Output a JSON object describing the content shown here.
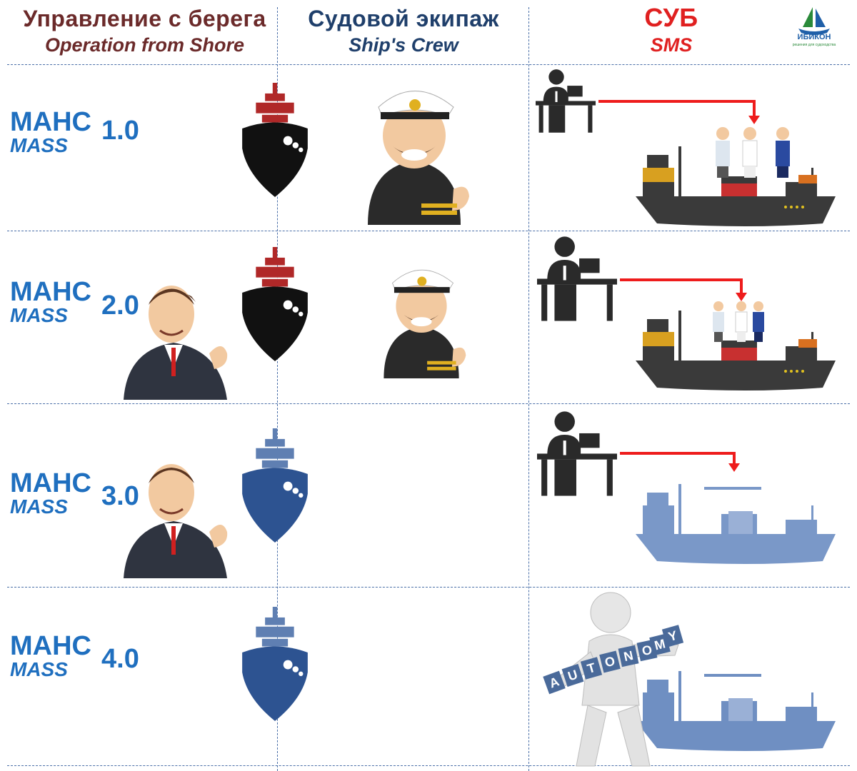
{
  "columns": {
    "shore": {
      "ru": "Управление с берега",
      "en": "Operation from Shore"
    },
    "crew": {
      "ru": "Судовой экипаж",
      "en": "Ship's Crew"
    },
    "sms": {
      "ru": "СУБ",
      "en": "SMS"
    }
  },
  "logo": {
    "name": "ИБИКОН",
    "tagline": "решения для судоходства"
  },
  "levels": [
    {
      "ru": "МАНС",
      "en": "MASS",
      "version": "1.0"
    },
    {
      "ru": "МАНС",
      "en": "MASS",
      "version": "2.0"
    },
    {
      "ru": "МАНС",
      "en": "MASS",
      "version": "3.0"
    },
    {
      "ru": "МАНС",
      "en": "MASS",
      "version": "4.0"
    }
  ],
  "autonomy_blocks": [
    "A",
    "U",
    "T",
    "O",
    "N",
    "O",
    "M",
    "Y"
  ],
  "colors": {
    "shore_header": "#6b2a2a",
    "crew_header": "#1f3f6b",
    "sms_header": "#e02020",
    "mass_blue": "#1f6fbf",
    "ship_red": "#b02828",
    "ship_black": "#111111",
    "ship_blue_light": "#5f7fb2",
    "ship_blue_dark": "#2d5391",
    "arrow_red": "#ee1c1c"
  }
}
